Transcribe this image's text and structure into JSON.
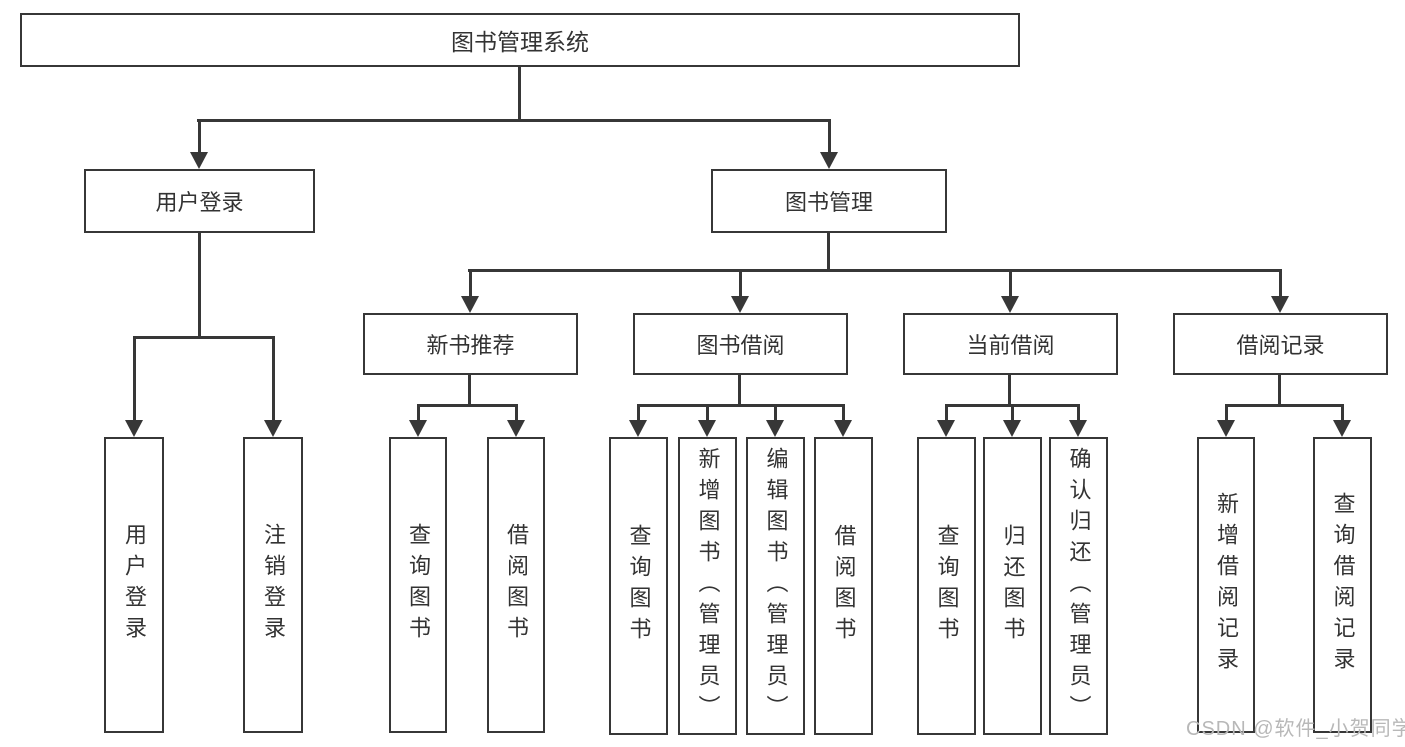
{
  "diagram_title": "图书管理系统",
  "tree": {
    "label": "图书管理系统",
    "children": [
      {
        "label": "用户登录",
        "children": [
          {
            "label": "用户登录"
          },
          {
            "label": "注销登录"
          }
        ]
      },
      {
        "label": "图书管理",
        "children": [
          {
            "label": "新书推荐",
            "children": [
              {
                "label": "查询图书"
              },
              {
                "label": "借阅图书"
              }
            ]
          },
          {
            "label": "图书借阅",
            "children": [
              {
                "label": "查询图书"
              },
              {
                "label": "新增图书（管理员）"
              },
              {
                "label": "编辑图书（管理员）"
              },
              {
                "label": "借阅图书"
              }
            ]
          },
          {
            "label": "当前借阅",
            "children": [
              {
                "label": "查询图书"
              },
              {
                "label": "归还图书"
              },
              {
                "label": "确认归还（管理员）"
              }
            ]
          },
          {
            "label": "借阅记录",
            "children": [
              {
                "label": "新增借阅记录"
              },
              {
                "label": "查询借阅记录"
              }
            ]
          }
        ]
      }
    ]
  },
  "watermark": "CSDN @软件_小贺同学",
  "colors": {
    "line": "#373737",
    "text": "#333333",
    "box_fill": "#ffffff",
    "watermark": "#b8b8b8",
    "background": "#ffffff"
  }
}
